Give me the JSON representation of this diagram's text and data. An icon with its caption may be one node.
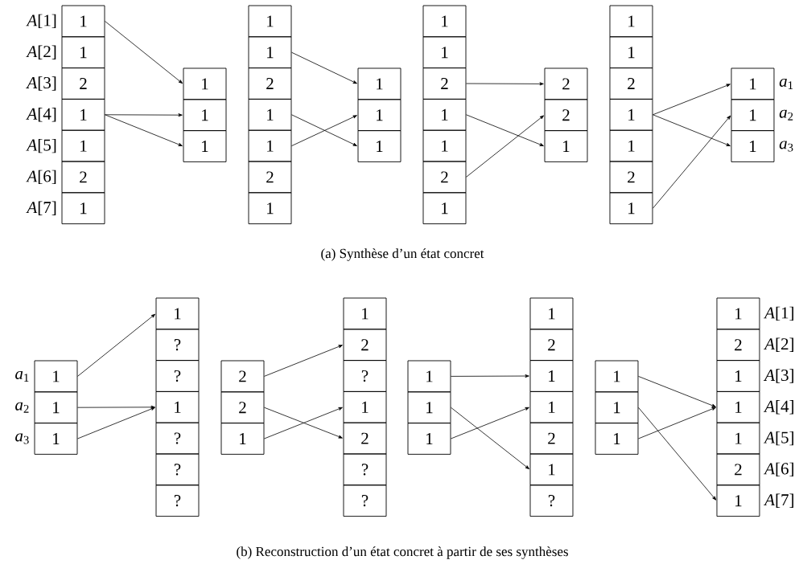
{
  "diagram": {
    "nodes": [
      {
        "text": [
          "1"
        ],
        "beside": [
          "*A*[1]"
        ]
      },
      {
        "text": [
          "1"
        ],
        "beside": [
          "*A*[2]"
        ]
      },
      {
        "text": [
          "2"
        ],
        "beside": [
          "*A*[3]"
        ]
      },
      {
        "text": [
          "1"
        ],
        "beside": [
          "*A*[4]"
        ]
      },
      {
        "text": [
          "1"
        ],
        "beside": [
          "*A*[5]"
        ]
      },
      {
        "text": [
          "2"
        ],
        "beside": [
          "*A*[6]"
        ]
      },
      {
        "text": [
          "1"
        ],
        "beside": [
          "*A*[7]"
        ]
      },
      {
        "text": [
          "1"
        ]
      },
      {
        "text": [
          "1"
        ]
      },
      {
        "text": [
          "1"
        ]
      },
      {
        "text": [
          "1"
        ]
      },
      {
        "text": [
          "1"
        ]
      },
      {
        "text": [
          "2"
        ]
      },
      {
        "text": [
          "1"
        ]
      },
      {
        "text": [
          "1"
        ]
      },
      {
        "text": [
          "2"
        ]
      },
      {
        "text": [
          "1"
        ]
      },
      {
        "text": [
          "1"
        ]
      },
      {
        "text": [
          "1"
        ]
      },
      {
        "text": [
          "1"
        ]
      },
      {
        "text": [
          "1"
        ]
      },
      {
        "text": [
          "1"
        ]
      },
      {
        "text": [
          "2"
        ]
      },
      {
        "text": [
          "1"
        ]
      },
      {
        "text": [
          "1"
        ]
      },
      {
        "text": [
          "2"
        ]
      },
      {
        "text": [
          "1"
        ]
      },
      {
        "text": [
          "2"
        ]
      },
      {
        "text": [
          "2"
        ]
      },
      {
        "text": [
          "1"
        ]
      },
      {
        "text": [
          "1"
        ]
      },
      {
        "text": [
          "1"
        ]
      },
      {
        "text": [
          "2"
        ]
      },
      {
        "text": [
          "1"
        ]
      },
      {
        "text": [
          "1"
        ]
      },
      {
        "text": [
          "2"
        ]
      },
      {
        "text": [
          "1"
        ]
      },
      {
        "text": [
          "1"
        ],
        "beside": [
          "*a*$_{1}$"
        ]
      },
      {
        "text": [
          "1"
        ],
        "beside": [
          "*a*$_{2}$"
        ]
      },
      {
        "text": [
          "1"
        ],
        "beside": [
          "*a*$_{3}$"
        ]
      },
      {
        "text": [
          "1"
        ],
        "beside": [
          "*a*$_{1}$"
        ]
      },
      {
        "text": [
          "1"
        ],
        "beside": [
          "*a*$_{2}$"
        ]
      },
      {
        "text": [
          "1"
        ],
        "beside": [
          "*a*$_{3}$"
        ]
      },
      {
        "text": [
          "1"
        ]
      },
      {
        "text": [
          "?"
        ]
      },
      {
        "text": [
          "?"
        ]
      },
      {
        "text": [
          "1"
        ]
      },
      {
        "text": [
          "?"
        ]
      },
      {
        "text": [
          "?"
        ]
      },
      {
        "text": [
          "?"
        ]
      },
      {
        "text": [
          "2"
        ]
      },
      {
        "text": [
          "2"
        ]
      },
      {
        "text": [
          "1"
        ]
      },
      {
        "text": [
          "1"
        ]
      },
      {
        "text": [
          "2"
        ]
      },
      {
        "text": [
          "?"
        ]
      },
      {
        "text": [
          "1"
        ]
      },
      {
        "text": [
          "2"
        ]
      },
      {
        "text": [
          "?"
        ]
      },
      {
        "text": [
          "?"
        ]
      },
      {
        "text": [
          "1"
        ]
      },
      {
        "text": [
          "1"
        ]
      },
      {
        "text": [
          "1"
        ]
      },
      {
        "text": [
          "1"
        ]
      },
      {
        "text": [
          "2"
        ]
      },
      {
        "text": [
          "1"
        ]
      },
      {
        "text": [
          "1"
        ]
      },
      {
        "text": [
          "2"
        ]
      },
      {
        "text": [
          "1"
        ]
      },
      {
        "text": [
          "?"
        ]
      },
      {
        "text": [
          "1"
        ]
      },
      {
        "text": [
          "1"
        ]
      },
      {
        "text": [
          "1"
        ]
      },
      {
        "text": [
          "1"
        ],
        "beside": [
          "*A*[1]"
        ]
      },
      {
        "text": [
          "2"
        ],
        "beside": [
          "*A*[2]"
        ]
      },
      {
        "text": [
          "1"
        ],
        "beside": [
          "*A*[3]"
        ]
      },
      {
        "text": [
          "1"
        ],
        "beside": [
          "*A*[4]"
        ]
      },
      {
        "text": [
          "1"
        ],
        "beside": [
          "*A*[5]"
        ]
      },
      {
        "text": [
          "2"
        ],
        "beside": [
          "*A*[6]"
        ]
      },
      {
        "text": [
          "1"
        ],
        "beside": [
          "*A*[7]"
        ]
      }
    ],
    "edges": [
      {
        "from": 0,
        "to": 7,
        "arrow": "to"
      },
      {
        "from": 3,
        "to": 8,
        "arrow": "to"
      },
      {
        "from": 3,
        "to": 9,
        "arrow": "to"
      },
      {
        "from": 11,
        "to": 17,
        "arrow": "to"
      },
      {
        "from": 13,
        "to": 19,
        "arrow": "to"
      },
      {
        "from": 14,
        "to": 18,
        "arrow": "to"
      },
      {
        "from": 22,
        "to": 27,
        "arrow": "to"
      },
      {
        "from": 23,
        "to": 29,
        "arrow": "to"
      },
      {
        "from": 25,
        "to": 28,
        "arrow": "to"
      },
      {
        "from": 33,
        "to": 37,
        "arrow": "to"
      },
      {
        "from": 33,
        "to": 39,
        "arrow": "to"
      },
      {
        "from": 36,
        "to": 38,
        "arrow": "to"
      },
      {
        "from": 40,
        "to": 43,
        "arrow": "to"
      },
      {
        "from": 41,
        "to": 46,
        "arrow": "to"
      },
      {
        "from": 42,
        "to": 46,
        "arrow": "to"
      },
      {
        "from": 50,
        "to": 54,
        "arrow": "to"
      },
      {
        "from": 51,
        "to": 57,
        "arrow": "to"
      },
      {
        "from": 52,
        "to": 56,
        "arrow": "to"
      },
      {
        "from": 60,
        "to": 65,
        "arrow": "to"
      },
      {
        "from": 61,
        "to": 68,
        "arrow": "to"
      },
      {
        "from": 62,
        "to": 66,
        "arrow": "to"
      },
      {
        "from": 70,
        "to": 76,
        "arrow": "to"
      },
      {
        "from": 71,
        "to": 79,
        "arrow": "to"
      },
      {
        "from": 72,
        "to": 76,
        "arrow": "to"
      }
    ],
    "labels": [
      "(a)  Synthèse d’un état concret",
      "(b)  Reconstruction d’un état concret à partir de ses synthèses"
    ]
  }
}
